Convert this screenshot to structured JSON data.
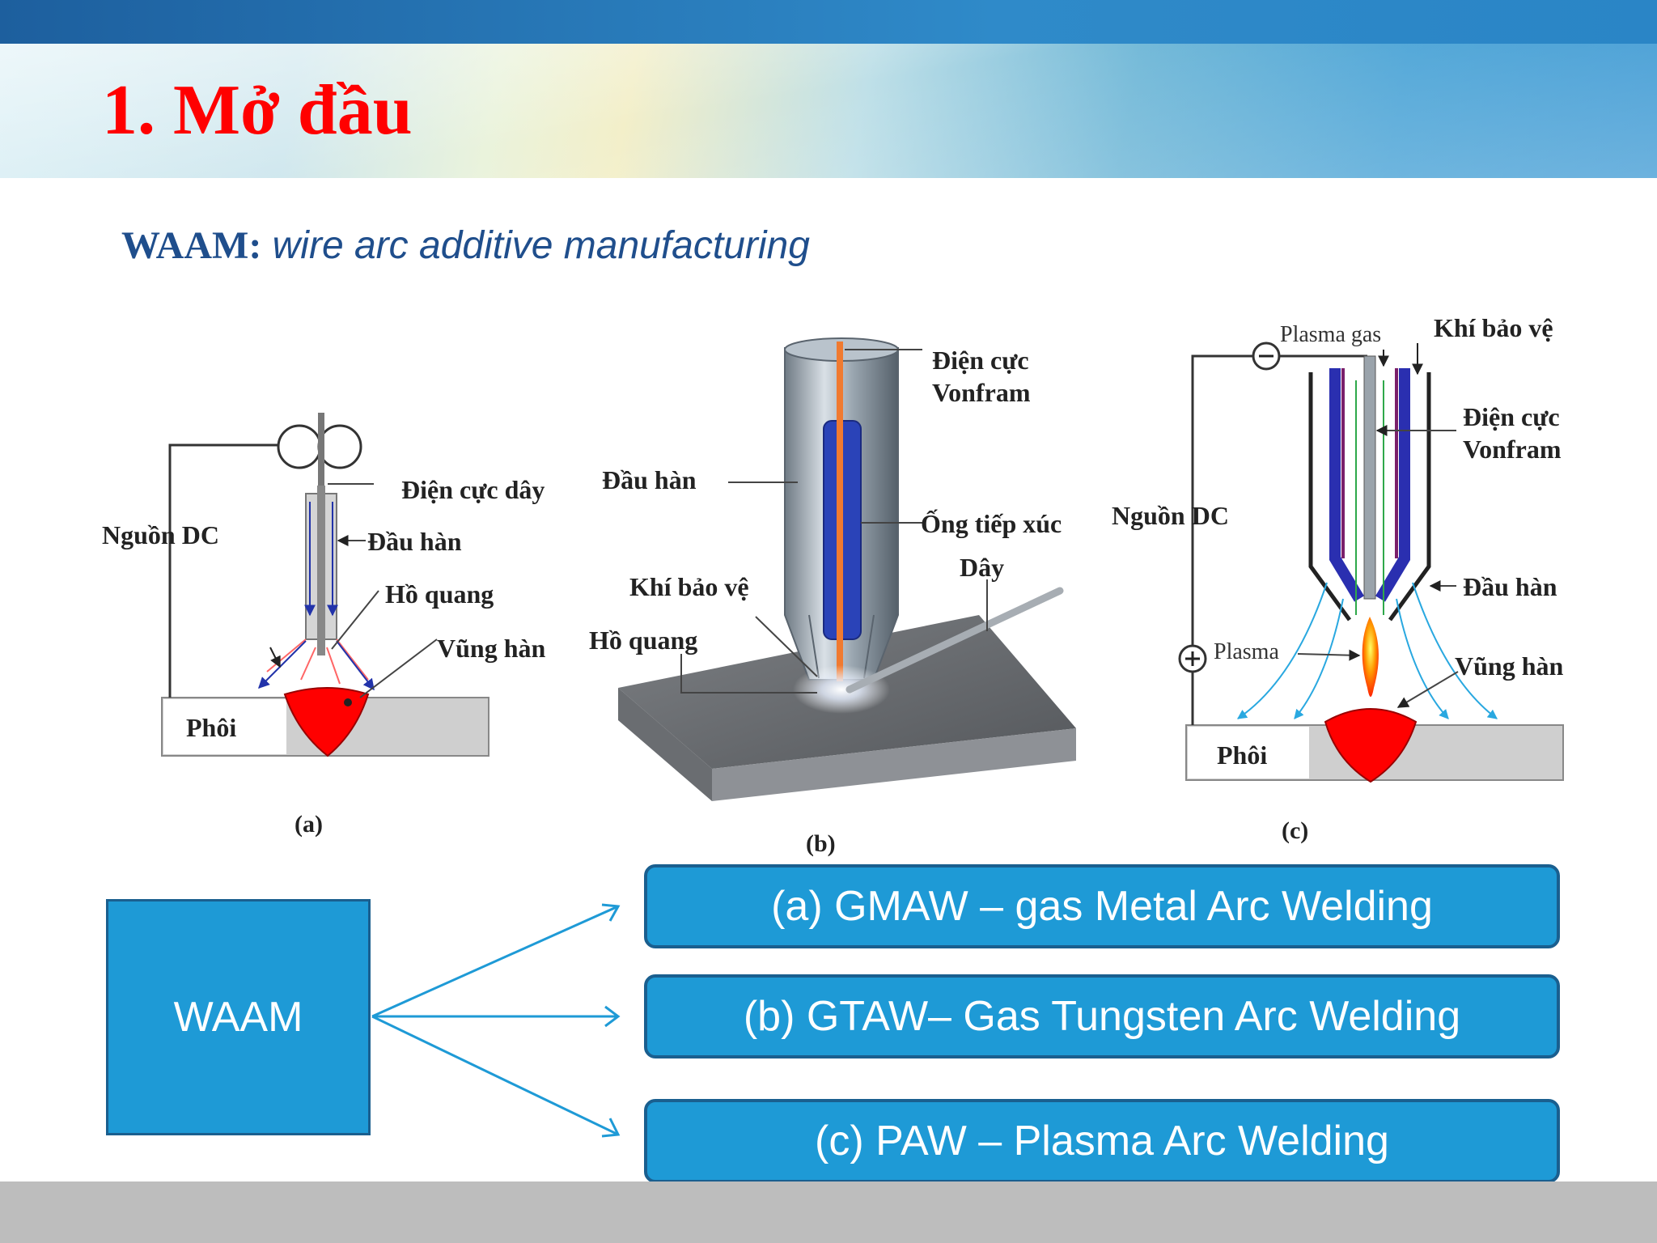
{
  "header": {
    "title": "1. Mở đầu"
  },
  "subtitle": {
    "acronym": "WAAM:",
    "full": " wire arc additive manufacturing"
  },
  "diagram_a": {
    "source": "Nguồn DC",
    "electrode": "Điện cực dây",
    "torch": "Đầu hàn",
    "arc": "Hồ quang",
    "pool": "Vũng hàn",
    "workpiece": "Phôi",
    "caption": "(a)"
  },
  "diagram_b": {
    "electrode": "Điện cực",
    "electrode2": "Vonfram",
    "torch": "Đầu hàn",
    "contact_tube": "Ống tiếp xúc",
    "wire": "Dây",
    "shield_gas": "Khí bảo vệ",
    "arc": "Hồ quang",
    "caption": "(b)"
  },
  "diagram_c": {
    "plasma_gas": "Plasma gas",
    "shield_gas": "Khí bảo vệ",
    "electrode": "Điện cực",
    "electrode2": "Vonfram",
    "source": "Nguồn DC",
    "torch": "Đầu hàn",
    "plasma": "Plasma",
    "pool": "Vũng hàn",
    "workpiece": "Phôi",
    "caption": "(c)"
  },
  "flow": {
    "root": "WAAM",
    "methods": [
      "(a) GMAW – gas Metal Arc Welding",
      "(b) GTAW– Gas Tungsten Arc Welding",
      "(c) PAW – Plasma Arc Welding"
    ]
  },
  "colors": {
    "title": "#ff0000",
    "accent": "#1e9ad6",
    "border": "#1a5f8f",
    "subtitle": "#1f4e8c"
  }
}
